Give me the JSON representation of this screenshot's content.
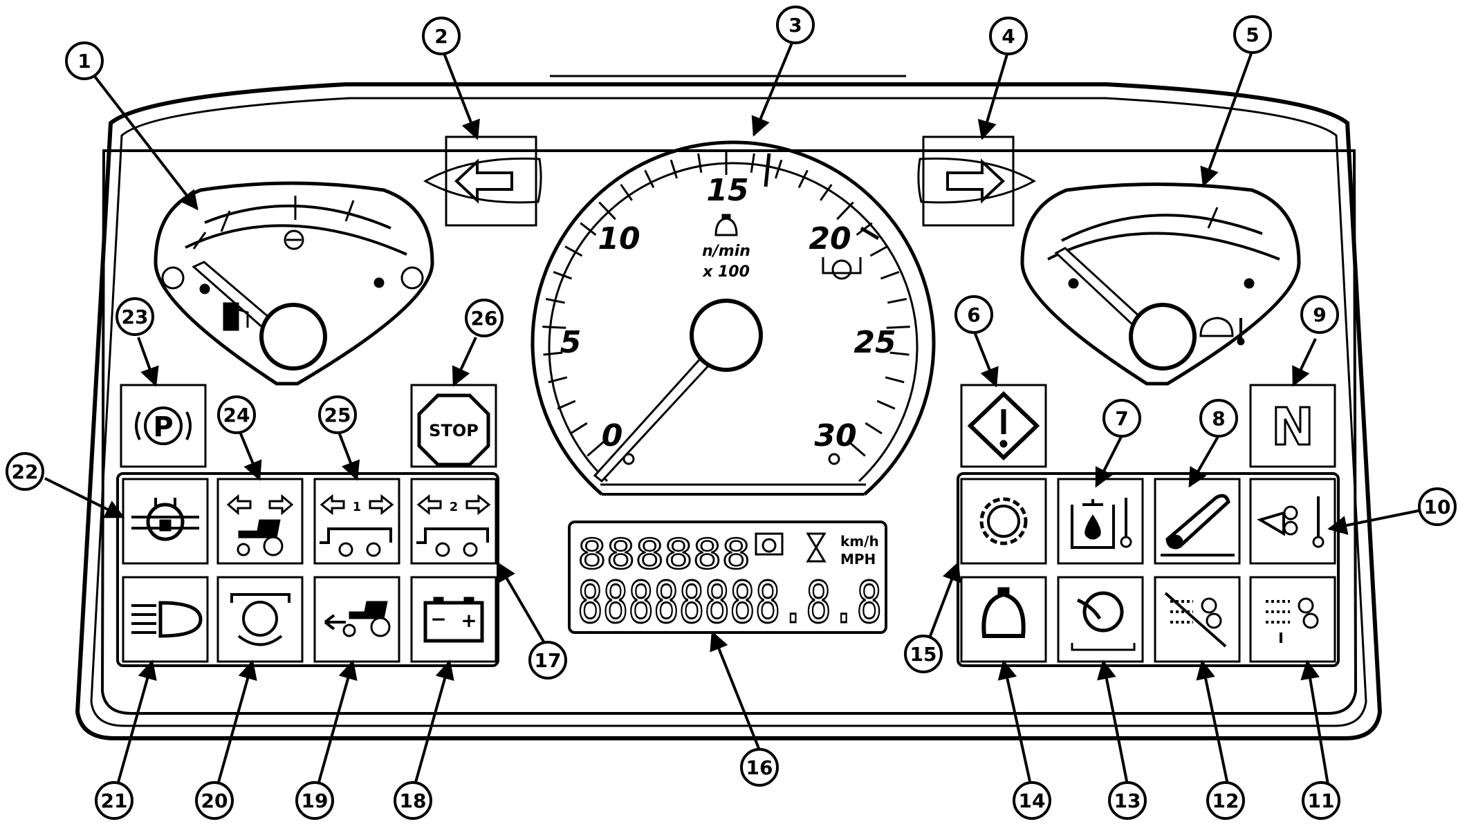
{
  "tacho": {
    "scale": [
      "0",
      "5",
      "10",
      "15",
      "20",
      "25",
      "30"
    ],
    "unit": "n/min",
    "multiplier": "x 100"
  },
  "lcd": {
    "top_digits": "888888",
    "bottom_digits": "88888888.8.8",
    "unit_kmh": "km/h",
    "unit_mph": "MPH"
  },
  "icons": {
    "stop_text": "STOP",
    "neutral_text": "N",
    "park_text": "P",
    "trailer1_text": "1",
    "trailer2_text": "2",
    "battery_minus": "−",
    "battery_plus": "+"
  },
  "callouts": [
    "1",
    "2",
    "3",
    "4",
    "5",
    "6",
    "7",
    "8",
    "9",
    "10",
    "11",
    "12",
    "13",
    "14",
    "15",
    "16",
    "17",
    "18",
    "19",
    "20",
    "21",
    "22",
    "23",
    "24",
    "25",
    "26"
  ]
}
